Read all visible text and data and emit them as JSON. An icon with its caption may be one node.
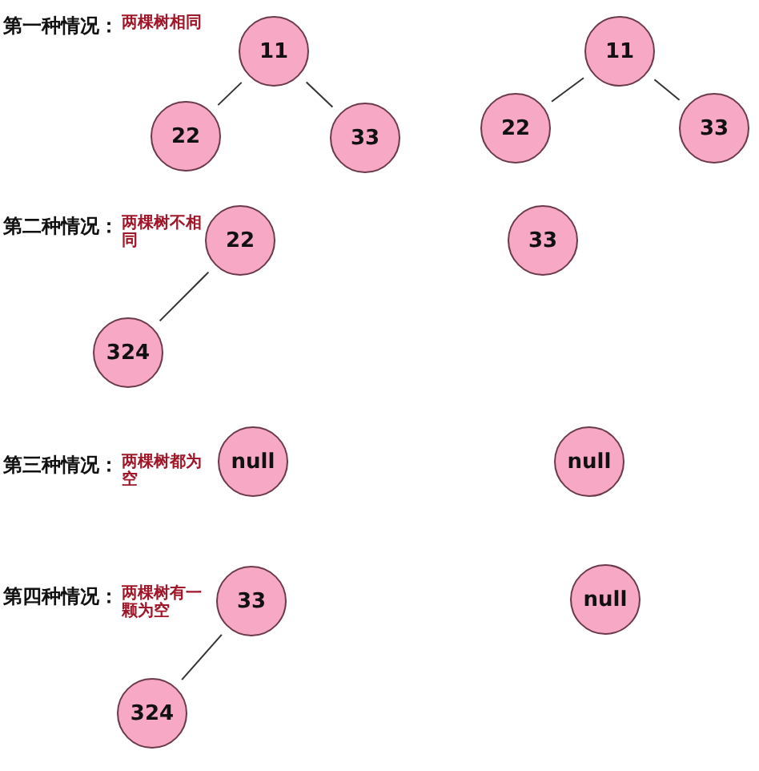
{
  "diagram": {
    "nodes": [
      {
        "text": [
          "11"
        ]
      },
      {
        "text": [
          "22"
        ]
      },
      {
        "text": [
          "33"
        ]
      },
      {
        "text": [
          "11"
        ]
      },
      {
        "text": [
          "22"
        ]
      },
      {
        "text": [
          "33"
        ]
      },
      {
        "text": [
          "22"
        ]
      },
      {
        "text": [
          "324"
        ]
      },
      {
        "text": [
          "33"
        ]
      },
      {
        "text": [
          "null"
        ]
      },
      {
        "text": [
          "null"
        ]
      },
      {
        "text": [
          "33"
        ]
      },
      {
        "text": [
          "324"
        ]
      },
      {
        "text": [
          "null"
        ]
      }
    ],
    "edges": [
      {
        "from": 0,
        "to": 1,
        "arrow": "none"
      },
      {
        "from": 0,
        "to": 2,
        "arrow": "none"
      },
      {
        "from": 3,
        "to": 4,
        "arrow": "none"
      },
      {
        "from": 3,
        "to": 5,
        "arrow": "none"
      },
      {
        "from": 6,
        "to": 7,
        "arrow": "none"
      },
      {
        "from": 11,
        "to": 12,
        "arrow": "none"
      }
    ],
    "labels": [
      "第一种情况：",
      "两棵树相同",
      "第二种情况：",
      "两棵树不相同",
      "第三种情况：",
      "两棵树都为空",
      "第四种情况：",
      "两棵树有一颗为空"
    ]
  }
}
